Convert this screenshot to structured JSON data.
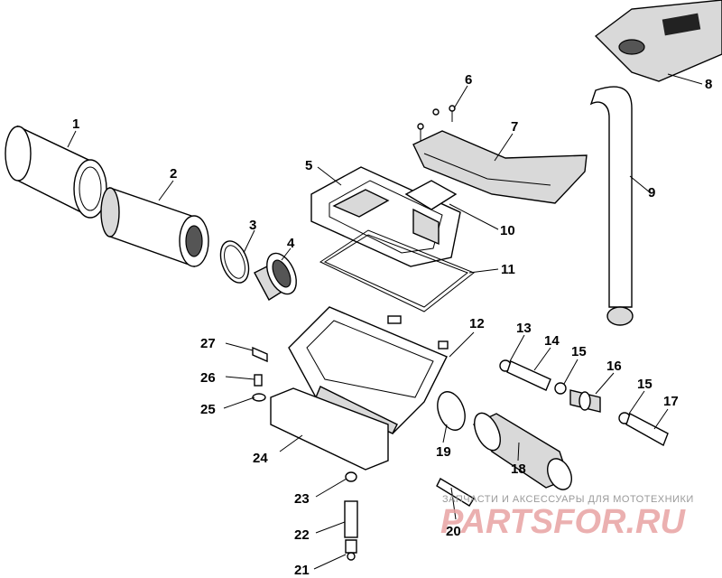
{
  "diagram": {
    "callouts": {
      "c1": "1",
      "c2": "2",
      "c3": "3",
      "c4": "4",
      "c5": "5",
      "c6": "6",
      "c7": "7",
      "c8": "8",
      "c9": "9",
      "c10": "10",
      "c11": "11",
      "c12": "12",
      "c13": "13",
      "c14": "14",
      "c15a": "15",
      "c15b": "15",
      "c16": "16",
      "c17": "17",
      "c18": "18",
      "c19": "19",
      "c20": "20",
      "c21": "21",
      "c22": "22",
      "c23": "23",
      "c24": "24",
      "c25": "25",
      "c26": "26",
      "c27": "27"
    }
  },
  "watermark": {
    "tagline": "ЗАПЧАСТИ И АКСЕССУАРЫ ДЛЯ МОТОТЕХНИКИ",
    "logo": "PARTSFOR.RU"
  }
}
